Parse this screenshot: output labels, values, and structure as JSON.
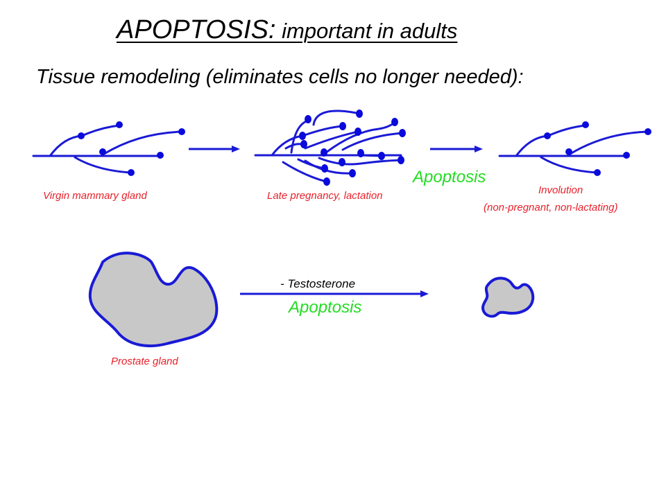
{
  "slide": {
    "title_main": "APOPTOSIS:",
    "title_sub": " important in adults",
    "subtitle": "Tissue remodeling (eliminates cells no longer needed):"
  },
  "mammary": {
    "label_virgin": "Virgin mammary gland",
    "label_pregnancy": "Late pregnancy, lactation",
    "label_involution_1": "Involution",
    "label_involution_2": "(non-pregnant, non-lactating)",
    "process_label": "Apoptosis"
  },
  "prostate": {
    "label_gland": "Prostate gland",
    "condition_label": "- Testosterone",
    "process_label": "Apoptosis"
  },
  "colors": {
    "branch_blue": "#1a1ad6",
    "label_red": "#e8202a",
    "label_green": "#22dd22",
    "gland_gray": "#c8c8c8"
  }
}
